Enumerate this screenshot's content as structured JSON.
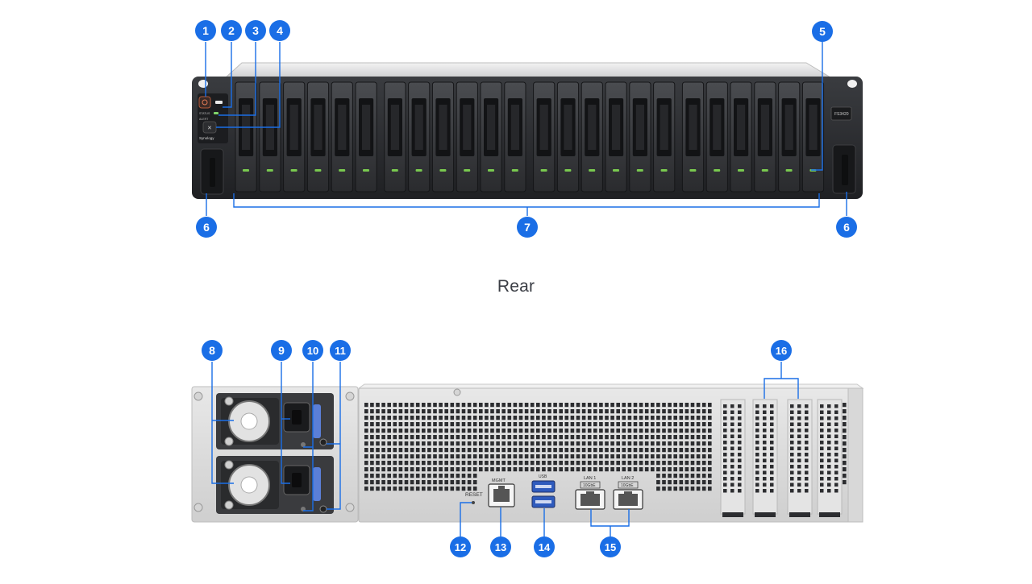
{
  "section_title": "Rear",
  "colors": {
    "badge": "#1a6ee6",
    "badge_text": "#ffffff",
    "leader": "#1a6ee6",
    "chassis_front": "#2b2d30",
    "chassis_rear": "#dcdcdc"
  },
  "front_panel": {
    "model_plate": "FS3420",
    "brand": "Synology",
    "status_label": "STATUS",
    "alert_label": "ALERT",
    "drive_bay_count": 24
  },
  "rear_panel": {
    "reset_label": "RESET",
    "mgmt_label": "MGMT",
    "usb_label": "USB",
    "lan1_label": "LAN 1",
    "lan1_speed": "10GbE",
    "lan2_label": "LAN 2",
    "lan2_speed": "10GbE"
  },
  "callouts": [
    {
      "number": "1"
    },
    {
      "number": "2"
    },
    {
      "number": "3"
    },
    {
      "number": "4"
    },
    {
      "number": "5"
    },
    {
      "number": "6"
    },
    {
      "number": "6"
    },
    {
      "number": "7"
    },
    {
      "number": "8"
    },
    {
      "number": "9"
    },
    {
      "number": "10"
    },
    {
      "number": "11"
    },
    {
      "number": "12"
    },
    {
      "number": "13"
    },
    {
      "number": "14"
    },
    {
      "number": "15"
    },
    {
      "number": "16"
    }
  ]
}
